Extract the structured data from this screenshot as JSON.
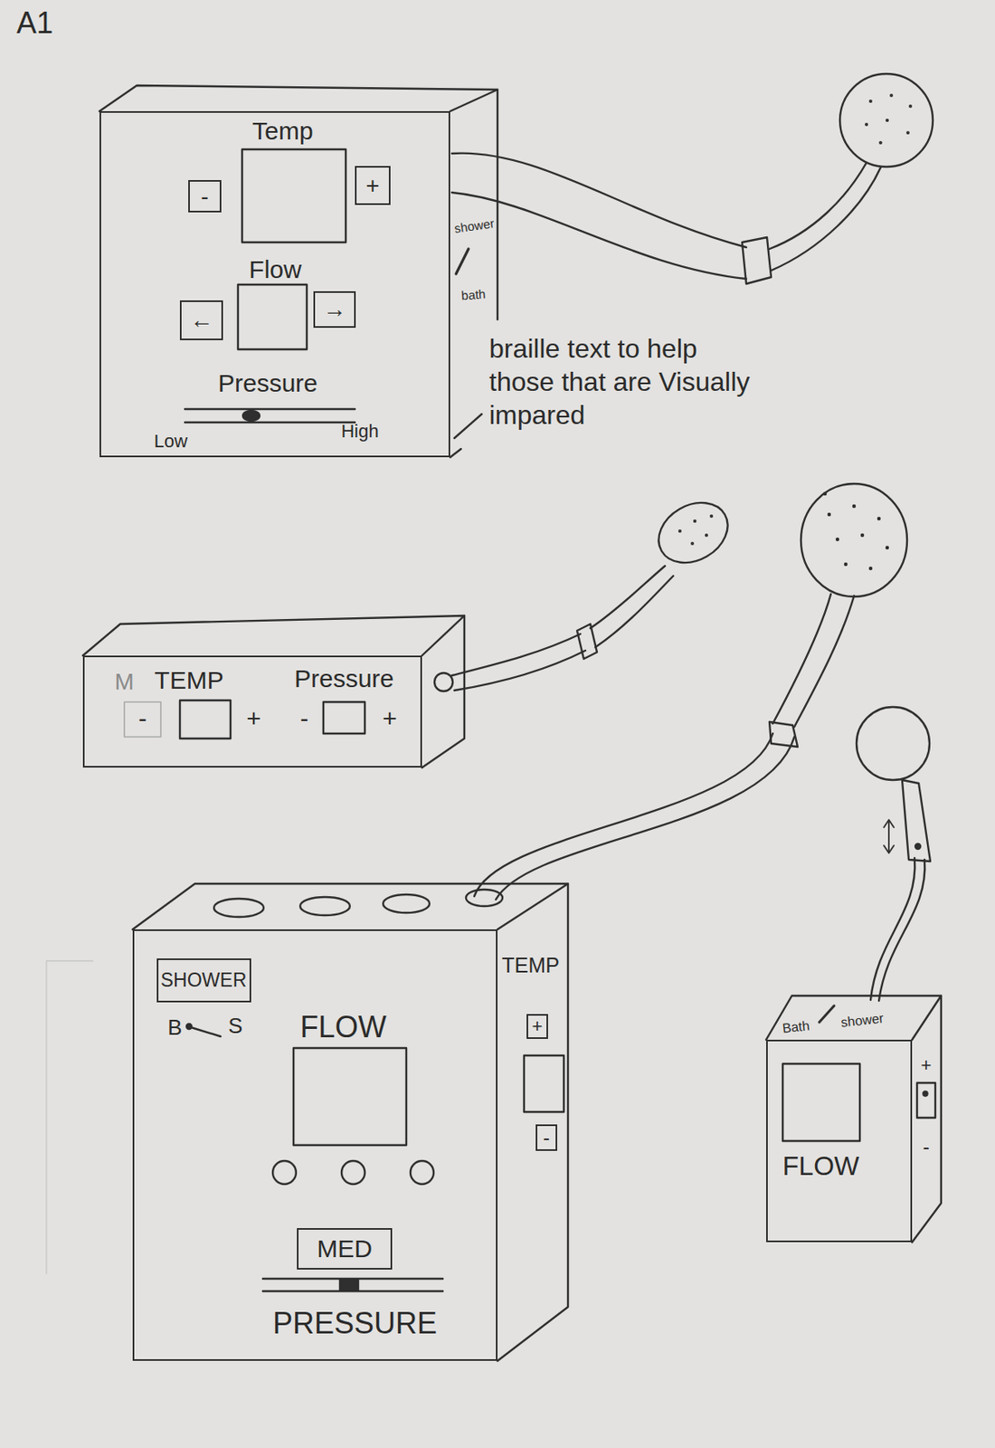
{
  "diagram": {
    "nodes": [
      {
        "text": [
          "Temp",
          "Flow",
          "Pressure",
          "Low",
          "High"
        ]
      },
      {
        "text": [
          "-"
        ],
        "in": 0
      },
      {
        "text": [
          "+"
        ],
        "in": 0
      },
      {
        "text": [
          "←"
        ],
        "in": 0
      },
      {
        "text": [
          "→"
        ],
        "in": 0
      },
      {
        "text": [
          "M",
          "TEMP",
          "Pressure",
          "-",
          "+",
          "-",
          "+"
        ]
      },
      {
        "text": [
          "B",
          "S",
          "FLOW",
          "PRESSURE"
        ]
      },
      {
        "text": [
          "SHOWER"
        ],
        "in": 6
      },
      {
        "text": [
          "MED"
        ],
        "in": 6
      },
      {
        "text": [
          "+"
        ]
      },
      {
        "text": [
          "-"
        ]
      },
      {
        "text": [
          "FLOW"
        ]
      }
    ],
    "labels": [
      "A1",
      "shower",
      "bath",
      "braille text to help those that are Visually impared",
      "TEMP",
      "Bath",
      "shower",
      "+",
      "-"
    ]
  }
}
